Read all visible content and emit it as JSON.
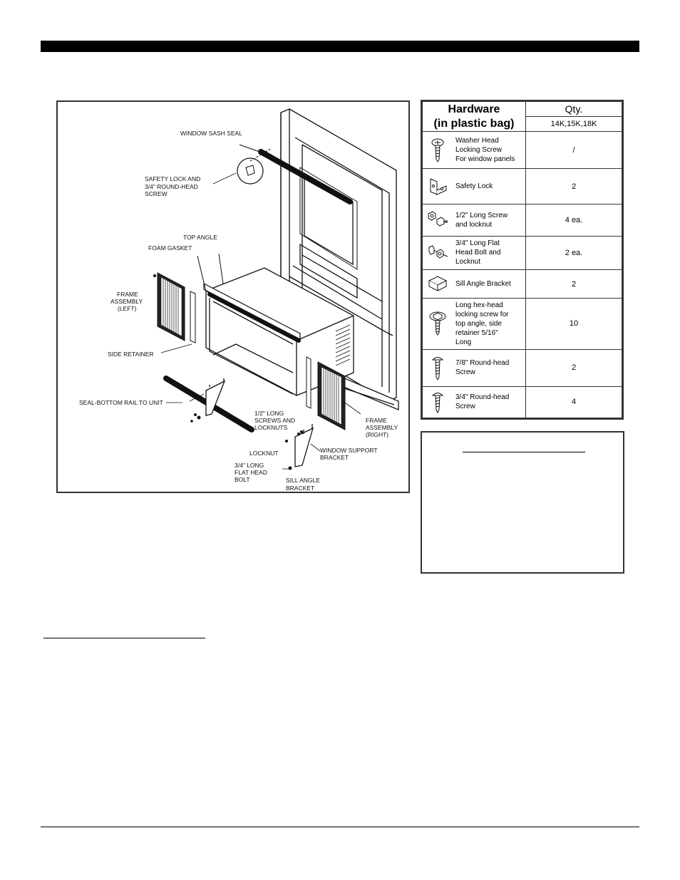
{
  "diagram": {
    "labels": {
      "window_sash_seal": "WINDOW SASH SEAL",
      "safety_lock_1": "SAFETY LOCK AND",
      "safety_lock_2": "3/4\" ROUND-HEAD",
      "safety_lock_3": "SCREW",
      "top_angle": "TOP ANGLE",
      "foam_gasket": "FOAM GASKET",
      "frame_left_1": "FRAME",
      "frame_left_2": "ASSEMBLY",
      "frame_left_3": "(LEFT)",
      "side_retainer": "SIDE RETAINER",
      "seal_bottom_rail": "SEAL-BOTTOM RAIL TO UNIT",
      "half_screws_1": "1/2\" LONG",
      "half_screws_2": "SCREWS AND",
      "half_screws_3": "LOCKNUTS",
      "frame_right_1": "FRAME",
      "frame_right_2": "ASSEMBLY",
      "frame_right_3": "(RIGHT)",
      "locknut": "LOCKNUT",
      "window_support_1": "WINDOW SUPPORT",
      "window_support_2": "BRACKET",
      "flat_bolt_1": "3/4\" LONG",
      "flat_bolt_2": "FLAT HEAD",
      "flat_bolt_3": "BOLT",
      "sill_angle_1": "SILL ANGLE",
      "sill_angle_2": "BRACKET"
    }
  },
  "hardware": {
    "header_line1": "Hardware",
    "header_line2": "(in plastic bag)",
    "qty_header": "Qty.",
    "qty_models": "14K,15K,18K",
    "items": [
      {
        "icon": "washer-head-screw-icon",
        "lines": [
          "Washer Head",
          "Locking Screw",
          "For window panels"
        ],
        "qty": "/"
      },
      {
        "icon": "safety-lock-icon",
        "lines": [
          "Safety Lock"
        ],
        "qty": "2"
      },
      {
        "icon": "screw-and-locknut-icon",
        "lines": [
          "1/2\" Long Screw",
          "and locknut"
        ],
        "qty": "4 ea."
      },
      {
        "icon": "flat-head-bolt-icon",
        "lines": [
          "3/4\" Long Flat",
          "Head Bolt and",
          "Locknut"
        ],
        "qty": "2 ea."
      },
      {
        "icon": "sill-angle-bracket-icon",
        "lines": [
          "Sill Angle Bracket"
        ],
        "qty": "2"
      },
      {
        "icon": "hex-head-screw-icon",
        "lines": [
          "Long hex-head",
          "locking screw for",
          "top angle, side",
          "retainer 5/16\"",
          "Long"
        ],
        "qty": "10"
      },
      {
        "icon": "round-head-screw-long-icon",
        "lines": [
          "7/8\" Round-head",
          "Screw"
        ],
        "qty": "2"
      },
      {
        "icon": "round-head-screw-short-icon",
        "lines": [
          "3/4\" Round-head",
          "Screw"
        ],
        "qty": "4"
      }
    ]
  }
}
